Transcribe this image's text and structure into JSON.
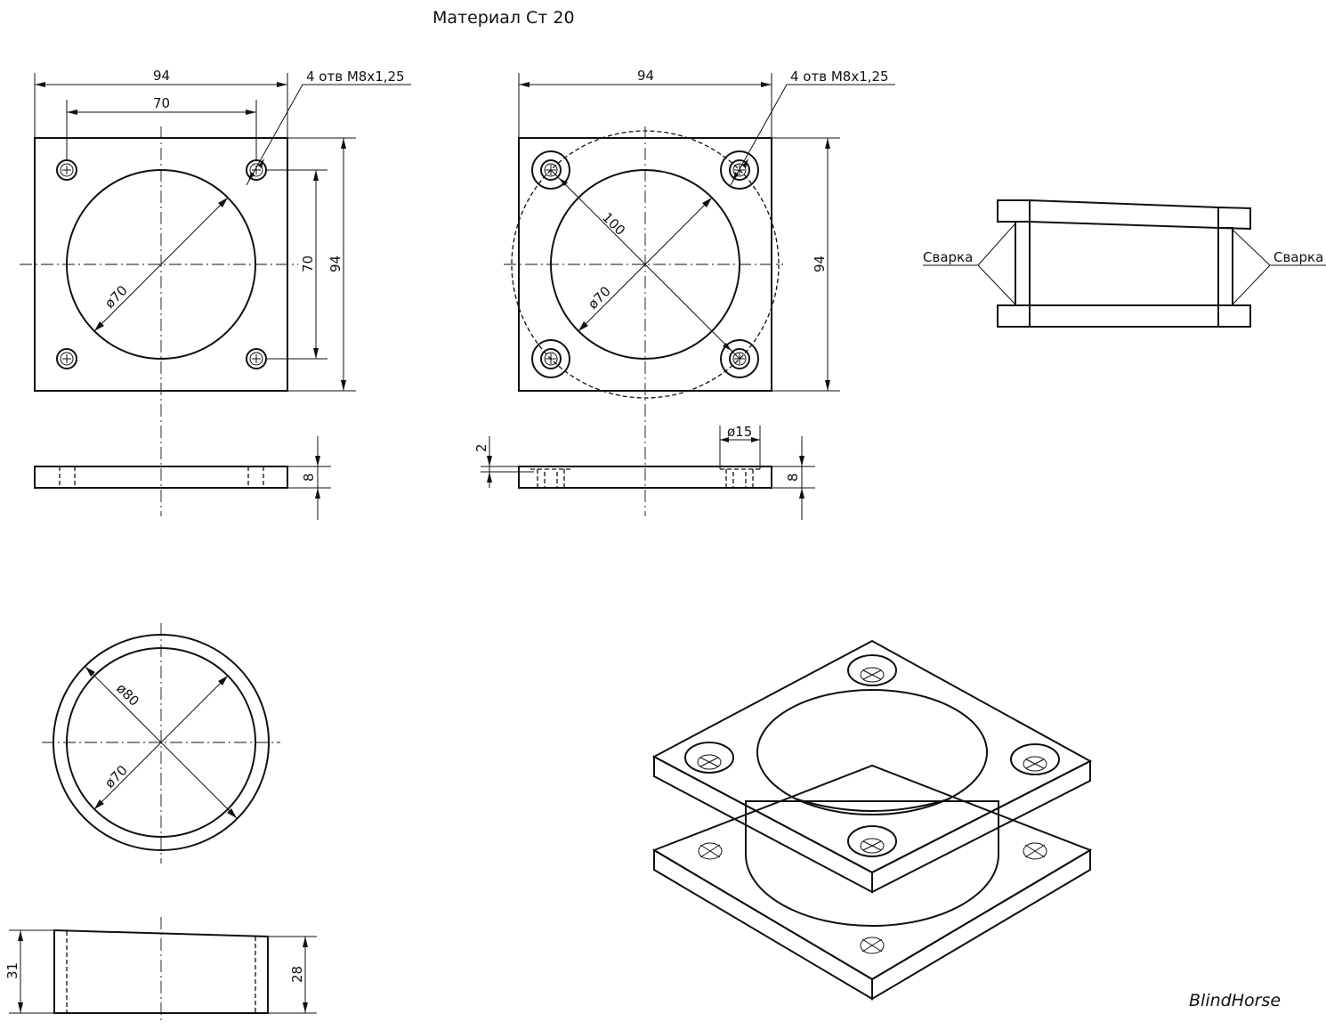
{
  "title": "Материал Ст 20",
  "signature": "BlindHorse",
  "top_plate": {
    "width_dim": "94",
    "hole_spacing_dim": "70",
    "hole_callout": "4 отв M8x1,25",
    "bore_dim": "ø70",
    "vertical_spacing_dim": "70",
    "height_dim": "94",
    "thickness_dim": "8"
  },
  "bottom_plate": {
    "width_dim": "94",
    "hole_callout": "4 отв M8x1,25",
    "bolt_circle_dim": "100",
    "bore_dim": "ø70",
    "height_dim": "94",
    "counterbore_dim": "ø15",
    "counterbore_depth_dim": "2",
    "thickness_dim": "8"
  },
  "section": {
    "weld_left": "Сварка",
    "weld_right": "Сварка"
  },
  "tube": {
    "outer_dim": "ø80",
    "inner_dim": "ø70",
    "left_height_dim": "31",
    "right_height_dim": "28"
  }
}
